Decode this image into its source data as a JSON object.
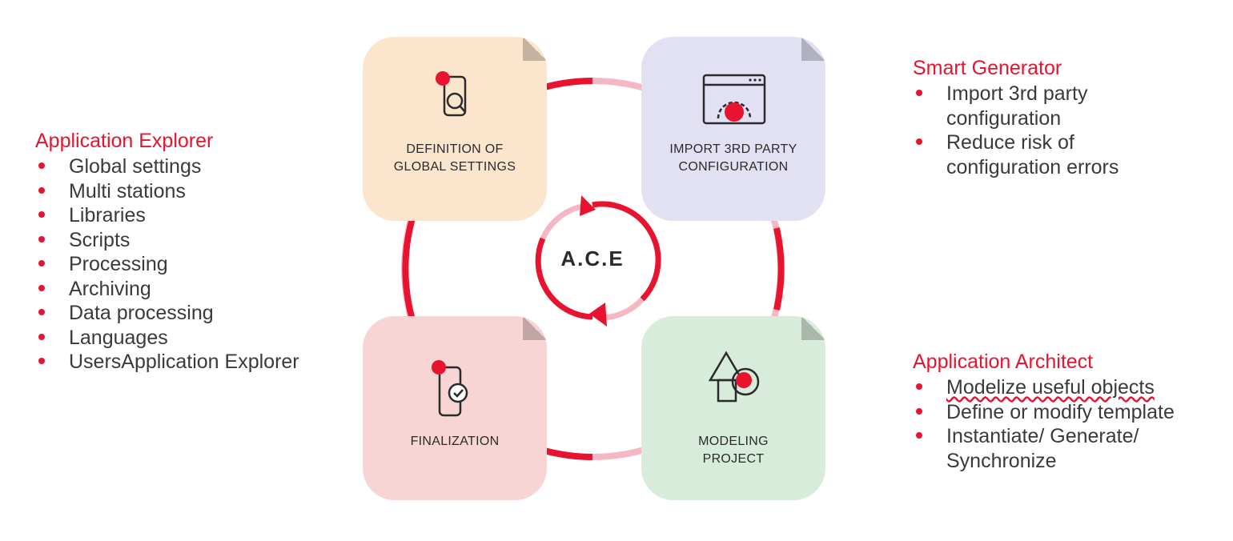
{
  "center_label": "A.C.E",
  "left_panel": {
    "title": "Application Explorer",
    "items": [
      "Global settings",
      "Multi stations",
      "Libraries",
      "Scripts",
      "Processing",
      "Archiving",
      "Data processing",
      "Languages",
      "UsersApplication Explorer"
    ]
  },
  "smart_panel": {
    "title": "Smart Generator",
    "items": [
      "Import 3rd party configuration",
      "Reduce risk of configuration errors"
    ]
  },
  "architect_panel": {
    "title": "Application Architect",
    "items": [
      "Modelize useful objects",
      "Define or modify template",
      "Instantiate/ Generate/ Synchronize"
    ]
  },
  "tiles": [
    {
      "id": "definition",
      "label_lines": [
        "DEFINITION OF",
        "GLOBAL SETTINGS"
      ],
      "color": "#fbe5cd",
      "icon": "phone-search-icon"
    },
    {
      "id": "import",
      "label_lines": [
        "IMPORT 3RD PARTY",
        "CONFIGURATION"
      ],
      "color": "#e1e1f3",
      "icon": "browser-gear-icon"
    },
    {
      "id": "finalization",
      "label_lines": [
        "FINALIZATION"
      ],
      "color": "#f6d5d4",
      "icon": "phone-check-icon"
    },
    {
      "id": "modeling",
      "label_lines": [
        "MODELING",
        "PROJECT"
      ],
      "color": "#d8ecdb",
      "icon": "shapes-icon"
    }
  ],
  "colors": {
    "accent": "#e8142f",
    "accent_light": "#f6b7c4",
    "text": "#3a3a3a"
  }
}
